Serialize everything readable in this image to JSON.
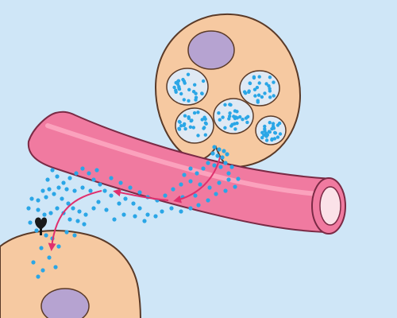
{
  "diagram": {
    "background_color": "#cfe6f7",
    "colors": {
      "cell_fill": "#f6c9a1",
      "cell_stroke": "#5a3a28",
      "nucleus_fill": "#b6a3d1",
      "vesicle_fill": "#dfe9f4",
      "granule": "#2aa6e6",
      "vessel_fill": "#f07aa0",
      "vessel_highlight": "#ffb3c9",
      "vessel_lumen": "#fbe2e8",
      "arrow": "#e0306e",
      "receptor": "#1a1a1a"
    },
    "icons": {
      "secretory_cell": "gland-cell",
      "blood_vessel": "capillary-tube",
      "target_cell": "target-cell",
      "receptor": "receptor-icon"
    }
  }
}
